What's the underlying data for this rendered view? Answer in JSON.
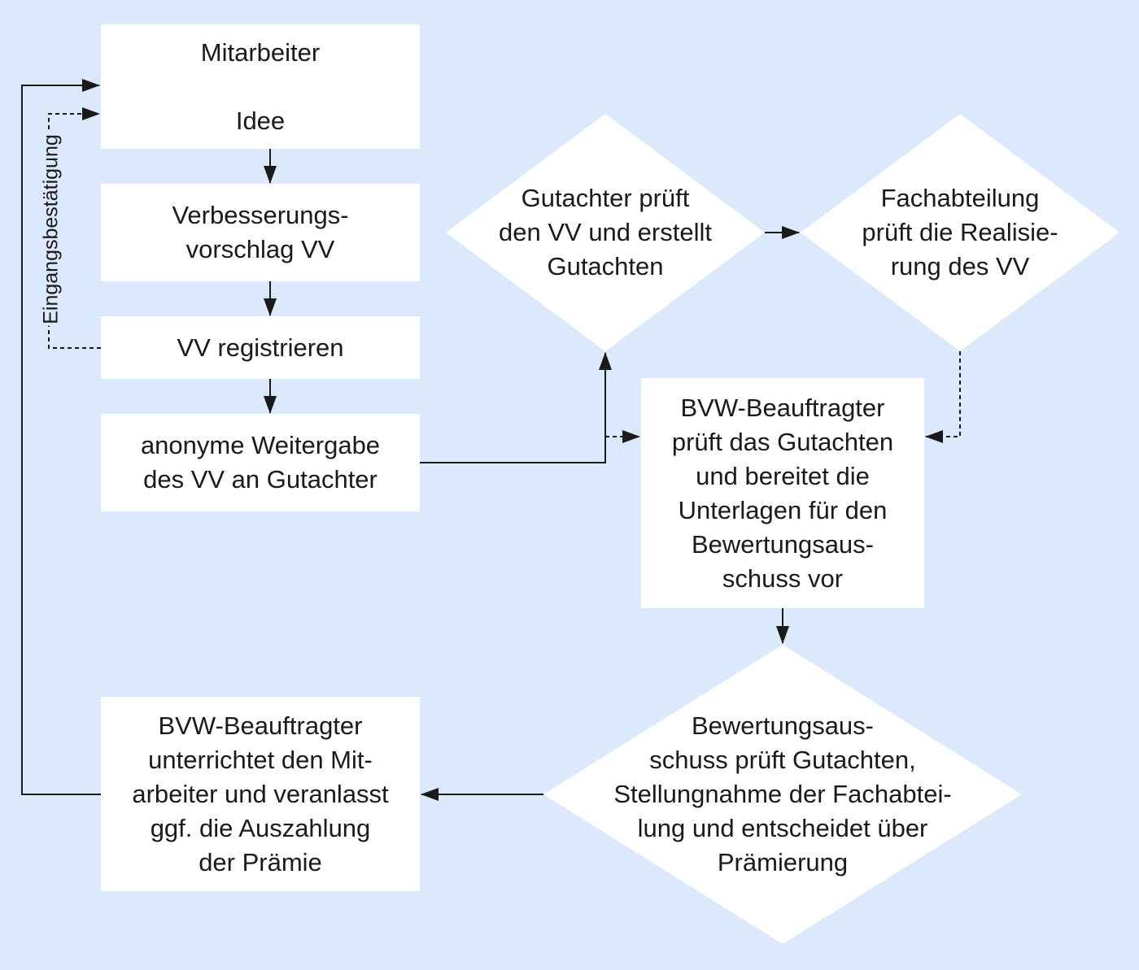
{
  "colors": {
    "background": "#dce8fc",
    "box": "#ffffff",
    "line": "#1a1a1a"
  },
  "nodes": {
    "mitarbeiter": "Mitarbeiter",
    "idee": "Idee",
    "verbesserungsvorschlag": "Verbesserungs-\nvorschlag VV",
    "registrieren": "VV registrieren",
    "weitergabe": "anonyme Weitergabe\ndes VV an Gutachter",
    "gutachter": "Gutachter prüft\nden VV und erstellt\nGutachten",
    "fachabteilung": "Fachabteilung\nprüft die Realisie-\nrung des VV",
    "beauftragter_prueft": "BVW-Beauftragter\nprüft das Gutachten\nund bereitet die\nUnterlagen für den\nBewertungsaus-\nschuss vor",
    "bewertungsausschuss": "Bewertungsaus-\nschuss prüft Gutachten,\nStellungnahme der Fachabtei-\nlung und entscheidet über\nPrämierung",
    "beauftragter_unterrichtet": "BVW-Beauftragter\nunterrichtet den Mit-\narbeiter und veranlasst\nggf. die Auszahlung\nder Prämie"
  },
  "edge_labels": {
    "eingangsbestaetigung": "Eingangsbestätigung"
  }
}
